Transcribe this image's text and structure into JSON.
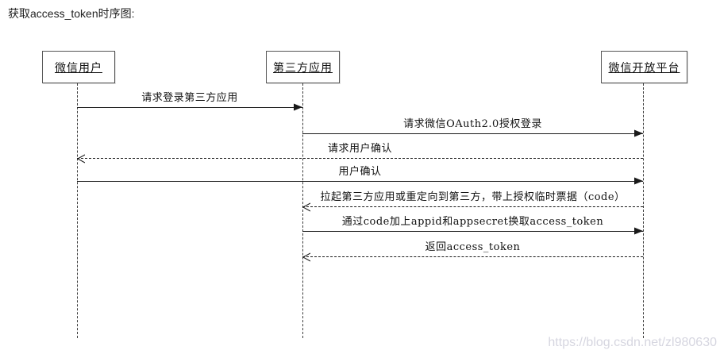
{
  "title": "获取access_token时序图:",
  "diagram": {
    "type": "sequence",
    "actors": [
      {
        "id": "wechat-user",
        "label": "微信用户"
      },
      {
        "id": "third-party-app",
        "label": "第三方应用"
      },
      {
        "id": "wechat-open-platform",
        "label": "微信开放平台"
      }
    ],
    "messages": [
      {
        "label": "请求登录第三方应用",
        "from": "微信用户",
        "to": "第三方应用",
        "line": "solid",
        "arrow": "filled"
      },
      {
        "label": "请求微信OAuth2.0授权登录",
        "from": "第三方应用",
        "to": "微信开放平台",
        "line": "solid",
        "arrow": "filled"
      },
      {
        "label": "请求用户确认",
        "from": "微信开放平台",
        "to": "微信用户",
        "line": "dashed",
        "arrow": "open"
      },
      {
        "label": "用户确认",
        "from": "微信用户",
        "to": "微信开放平台",
        "line": "solid",
        "arrow": "filled"
      },
      {
        "label": "拉起第三方应用或重定向到第三方，带上授权临时票据（code）",
        "from": "微信开放平台",
        "to": "第三方应用",
        "line": "dashed",
        "arrow": "open"
      },
      {
        "label": "通过code加上appid和appsecret换取access_token",
        "from": "第三方应用",
        "to": "微信开放平台",
        "line": "solid",
        "arrow": "filled"
      },
      {
        "label": "返回access_token",
        "from": "微信开放平台",
        "to": "第三方应用",
        "line": "dashed",
        "arrow": "open"
      }
    ]
  },
  "watermark": "https://blog.csdn.net/zl980630",
  "colors": {
    "line": "#1a1a1a",
    "box_border": "#555555",
    "title_text": "#222222",
    "watermark_text": "#d6d6e0",
    "background": "#ffffff"
  }
}
